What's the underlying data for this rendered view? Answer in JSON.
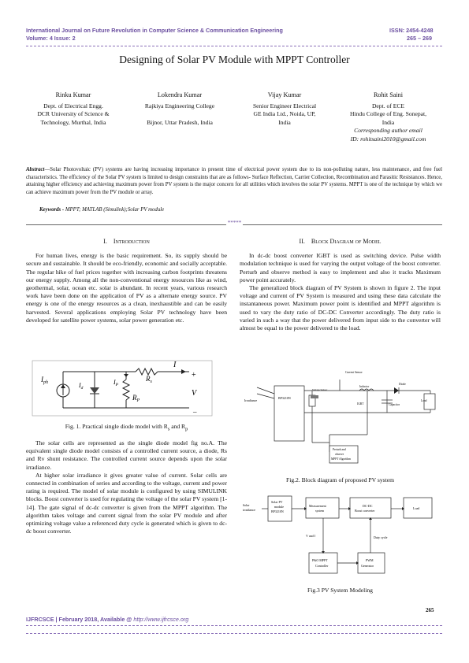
{
  "header": {
    "journal": "International Journal on Future Revolution in Computer Science & Communication Engineering",
    "issn": "ISSN: 2454-4248",
    "volume": "Volume: 4 Issue: 2",
    "pages": "265 – 269"
  },
  "title": "Designing of Solar PV Module with MPPT Controller",
  "authors": [
    {
      "name": "Rinku Kumar",
      "lines": [
        "Dept. of Electrical Engg.",
        "DCR University of Science &",
        "Technology, Murthal, India"
      ]
    },
    {
      "name": "Lokendra Kumar",
      "lines": [
        "Rajkiya Engineering College",
        "",
        "Bijnor, Uttar Pradesh, India"
      ]
    },
    {
      "name": "Vijay Kumar",
      "lines": [
        "Senior Engineer Electrical",
        "GE India Ltd., Noida, UP,",
        "India"
      ]
    },
    {
      "name": "Rohit Saini",
      "lines": [
        "Dept. of ECE",
        "Hindu College of Eng. Sonepat,",
        "India"
      ],
      "italic": [
        "Corresponding author email",
        "ID: rohitsaini2010@gmail.com"
      ]
    }
  ],
  "abstract": {
    "label": "Abstract",
    "text": "—Solar Photovoltaic (PV) systems are having increasing importance in present time of electrical power system due to its non-polluting nature, less maintenance, and free fuel characteristics. The efficiency of the Solar PV system is limited to design constraints that are as follows- Surface Reflection, Carrier Collection, Recombination and Parasitic Resistances. Hence, attaining higher efficiency and achieving maximum power from PV system is the major concern for all utilities which involves the solar PV systems. MPPT is one of the technique by which we can achieve maximum power from the PV module or array."
  },
  "keywords": {
    "label": "Keywords -",
    "text": " MPPT; MATLAB (Simulink);Solar PV module"
  },
  "separator": "*****",
  "section1": {
    "num": "I.",
    "title": "Introduction",
    "p1": "For human lives, energy is the basic requirement. So, its supply should be secure and sustainable. It should be eco-friendly, economic and socially acceptable. The regular hike of fuel prices together with increasing carbon footprints threatens our energy supply. Among all the non-conventional energy resources like as wind, geothermal, solar, ocean etc. solar is abundant. In recent years, various research work have been done on the application of PV as a alternate energy source. PV energy is one of the energy resources as a clean, inexhaustible and can be easily harvested. Several applications employing Solar PV technology have been developed for satellite power systems, solar power generation etc.",
    "fig1_caption": "Fig. 1. Practical single diode model with R",
    "fig1_caption_s": "s",
    "fig1_caption_and": " and R",
    "fig1_caption_p": "p",
    "p2": "The solar cells are represented as the single diode model fig no.A. The equivalent single diode model consists of a controlled current source, a diode, Rs and Rv shunt resistance. The controlled current source depends upon the solar irradiance.",
    "p3": "At higher solar irradiance it gives greater value of current. Solar cells are connected in combination of series and according to the voltage, current and power rating is required. The model of solar module is configured by using SIMULINK blocks. Boost converter is used for regulating the voltage of the solar PV system [1-14]. The gate signal of dc-dc converter is given from the MPPT algorithm. The algorithm takes voltage and current signal from the solar PV module and after optimizing voltage value a referenced duty cycle is generated which is given to dc-dc boost converter."
  },
  "fig1": {
    "Iph": "I",
    "Iph_sub": "ph",
    "Id": "I",
    "Id_sub": "d",
    "Ip": "I",
    "Ip_sub": "P",
    "Rs": "R",
    "Rs_sub": "s",
    "Rp": "R",
    "Rp_sub": "P",
    "I": "I",
    "plus": "+",
    "V": "V",
    "minus": "–"
  },
  "section2": {
    "num": "II.",
    "title": "Block Diagram of Model",
    "p1": "In dc-dc boost converter IGBT is used as switching device. Pulse width modulation technique is used for varying the output voltage of the boost converter. Perturb and observe method is easy to implement and also it tracks Maximum power point accurately.",
    "p2": "The generalized block diagram of PV System is shown in figure 2. The input voltage and current of PV System is measured and using these data calculate the instantaneous power. Maximum power point is identified and MPPT algorithm is used to vary the duty ratio of DC-DC Converter accordingly. The duty ratio is varied in such a way that the power delivered from input side to the converter will almost be equal to the power delivered to the load.",
    "fig2_caption": "Fig.2. Block diagram of proposed PV system",
    "fig3_caption": "Fig.3 PV System Modeling"
  },
  "fig2": {
    "current_sensor": "Current Sensor",
    "inductor": "Inductor",
    "diode": "Diode",
    "irradiance": "Irradiance",
    "module": "BP3210N",
    "voltage_sensor": "Voltage Sensor",
    "igbt": "IGBT",
    "capacitor": "Capacitor",
    "load": "Load",
    "mppt": [
      "Perturb and",
      "observe",
      "MPPT Algorithm"
    ]
  },
  "fig3": {
    "solar_irr": [
      "Solar",
      "irradiance"
    ],
    "module": [
      "Solar PV",
      "module",
      "BP3210N"
    ],
    "meas": [
      "Measurement",
      "system"
    ],
    "dcdc": [
      "DC-DC",
      "Boost converter"
    ],
    "load": "Load",
    "vandi": "V and I",
    "duty": "Duty cycle",
    "pando": [
      "P&O MPPT",
      "Controller"
    ],
    "pwm": [
      "PWM",
      "Generator"
    ]
  },
  "footer": {
    "text": "IJFRCSCE | February 2018, Available @ ",
    "link": "http://www.ijfrcsce.org",
    "page": "265"
  }
}
